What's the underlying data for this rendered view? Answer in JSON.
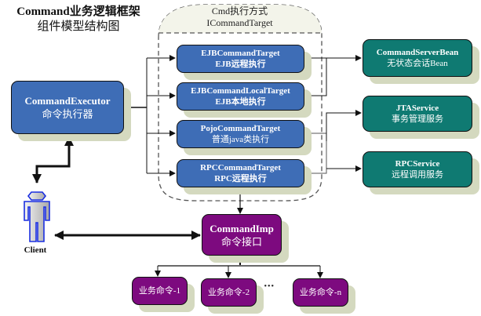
{
  "title": {
    "line1": "Command业务逻辑框架",
    "line2": "组件模型结构图"
  },
  "group": {
    "line1": "Cmd执行方式",
    "line2": "ICommandTarget"
  },
  "executor": {
    "name": "CommandExecutor",
    "desc": "命令执行器"
  },
  "targets": [
    {
      "name": "EJBCommandTarget",
      "desc": "EJB远程执行"
    },
    {
      "name": "EJBCommandLocalTarget",
      "desc": "EJB本地执行"
    },
    {
      "name": "PojoCommandTarget",
      "desc": "普通java类执行"
    },
    {
      "name": "RPCCommandTarget",
      "desc": "RPC远程执行"
    }
  ],
  "services": [
    {
      "name": "CommandServerBean",
      "desc": "无状态会话Bean"
    },
    {
      "name": "JTAService",
      "desc": "事务管理服务"
    },
    {
      "name": "RPCService",
      "desc": "远程调用服务"
    }
  ],
  "client": {
    "label": "Client"
  },
  "imp": {
    "name": "CommandImp",
    "desc": "命令接口"
  },
  "commands": [
    "业务命令-1",
    "业务命令-2",
    "业务命令-n"
  ],
  "ellipsis": "···",
  "colors": {
    "target_blue": "#3e6db6",
    "service_teal": "#0f7a72",
    "imp_purple": "#7d0a7f",
    "shadow": "#d4d9bf",
    "client_blue": "#1a2ee0"
  }
}
